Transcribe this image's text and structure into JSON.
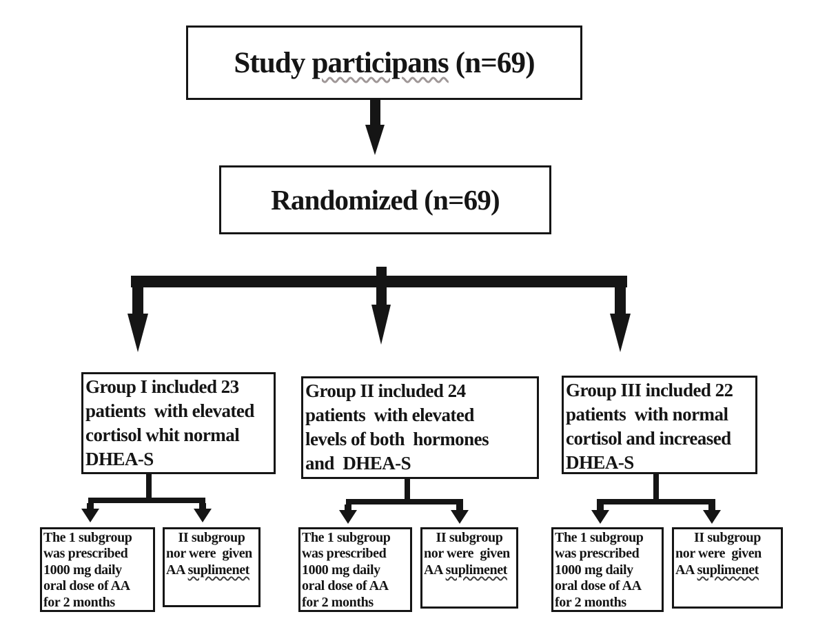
{
  "colors": {
    "ink": "#151515",
    "background": "#ffffff",
    "participans_squiggle": "#9f9797",
    "suplimenet_squiggle": "#3c3c3c"
  },
  "flowchart": {
    "top_box": {
      "prefix": "Study ",
      "underlined_word": "participans",
      "suffix": " (n=69)"
    },
    "randomized_box": {
      "label": "Randomized (n=69)"
    },
    "groups": [
      {
        "lines": [
          "Group I included 23",
          "patients  with elevated",
          "cortisol whit normal",
          "DHEA-S"
        ]
      },
      {
        "lines": [
          "Group II included 24",
          "patients  with elevated",
          "levels of both  hormones",
          "and  DHEA-S"
        ]
      },
      {
        "lines": [
          "Group III included 22",
          "patients  with normal",
          "cortisol and increased",
          "DHEA-S"
        ]
      }
    ],
    "subgroups": {
      "treatment": {
        "lines": [
          "The 1 subgroup",
          "was prescribed",
          "1000 mg daily",
          "oral dose of AA",
          "for 2 months"
        ]
      },
      "control": {
        "line1": "II subgroup",
        "line2": "nor were  given",
        "line3_prefix": "AA ",
        "line3_underlined": "suplimenet"
      }
    }
  }
}
